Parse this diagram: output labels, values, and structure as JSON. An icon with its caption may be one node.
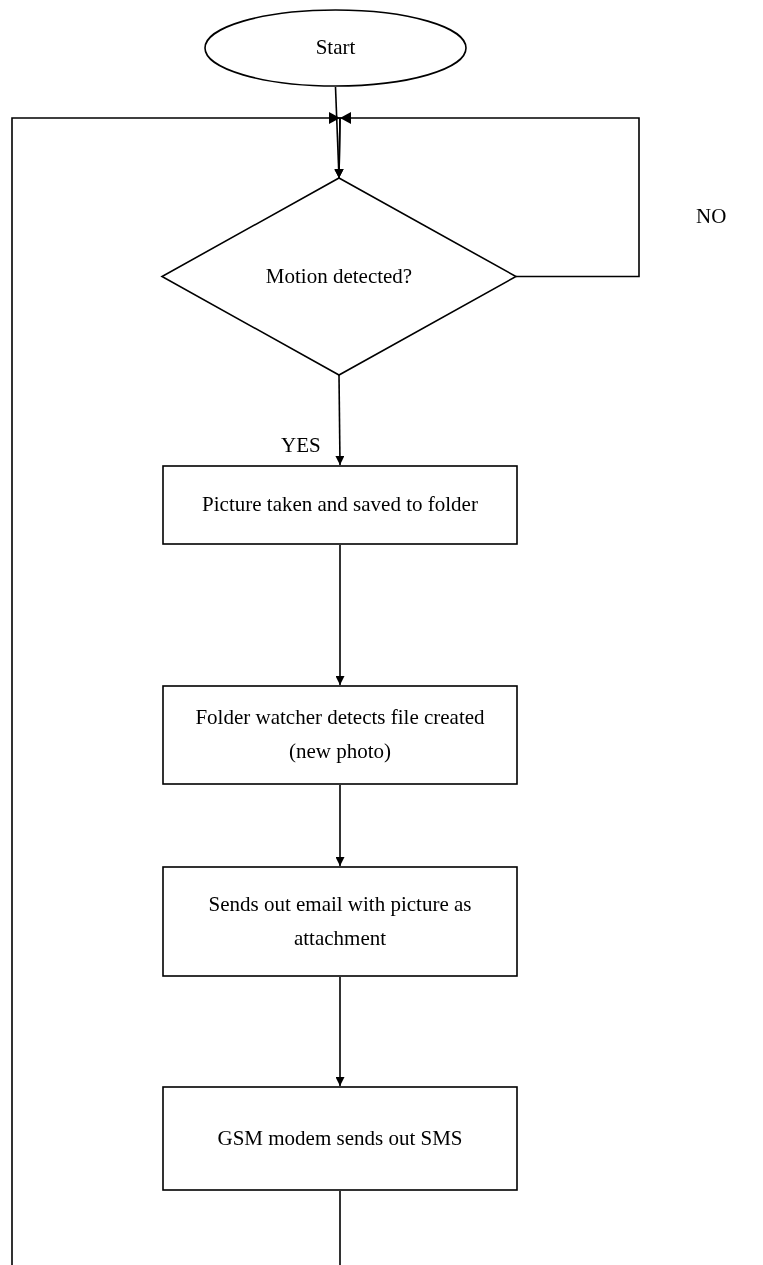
{
  "diagram": {
    "nodes": [
      {
        "text": [
          "Start"
        ]
      },
      {
        "text": [
          "Motion detected?"
        ]
      },
      {
        "text": [
          "Picture taken and saved to folder"
        ]
      },
      {
        "text": [
          "Folder watcher detects file created (new photo)"
        ]
      },
      {
        "text": [
          "Sends out email with picture as attachment"
        ]
      },
      {
        "text": [
          "GSM modem sends out SMS"
        ]
      }
    ],
    "edges": [
      {
        "from": 0,
        "to": 1,
        "arrow": "to"
      },
      {
        "from": 1,
        "to": 1,
        "arrow": "to",
        "label": "NO"
      },
      {
        "from": 1,
        "to": 2,
        "arrow": "to",
        "label": "YES"
      },
      {
        "from": 2,
        "to": 3,
        "arrow": "to"
      },
      {
        "from": 3,
        "to": 4,
        "arrow": "to"
      },
      {
        "from": 4,
        "to": 5,
        "arrow": "to"
      },
      {
        "from": 5,
        "to": 1,
        "arrow": "to"
      }
    ]
  }
}
